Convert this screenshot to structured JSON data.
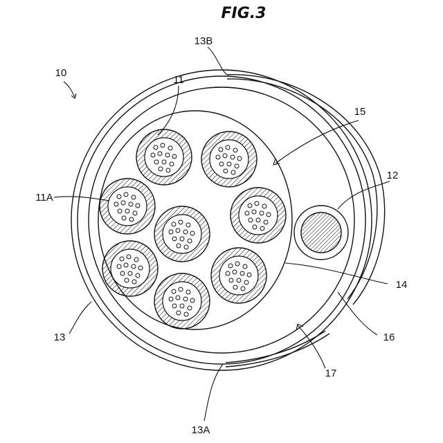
{
  "figure": {
    "title": "FIG.3"
  },
  "labels": {
    "assembly": "10",
    "wire": "11",
    "wire_jacket": "11A",
    "core": "12",
    "tape": "13",
    "tape_end_a": "13A",
    "tape_end_b": "13B",
    "inner_sheath": "14",
    "bundle": "15",
    "outer_jacket": "16",
    "gap": "17"
  }
}
